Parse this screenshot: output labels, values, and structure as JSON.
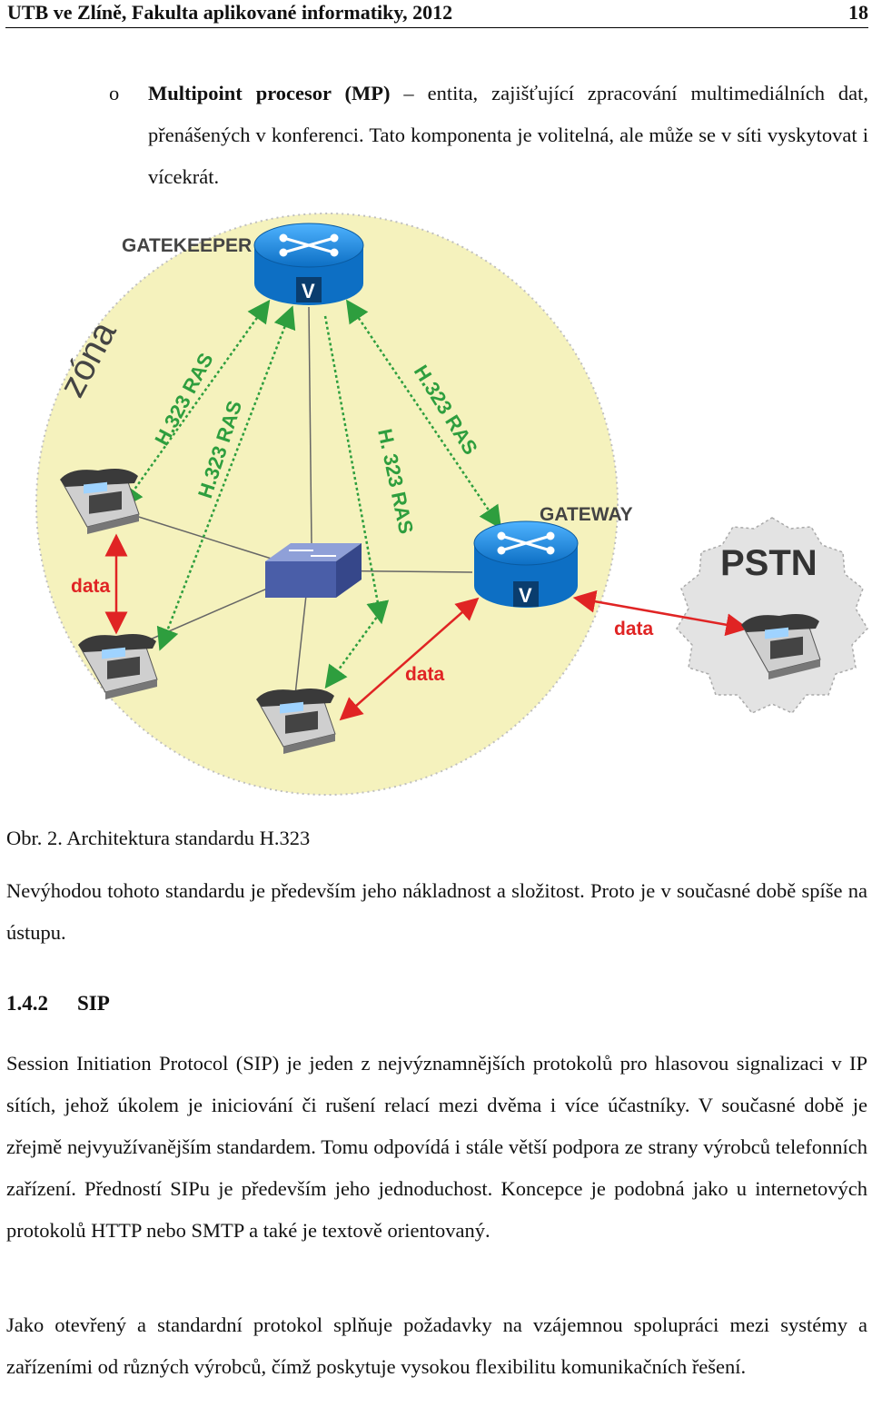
{
  "header": {
    "left": "UTB ve Zlíně, Fakulta aplikované informatiky, 2012",
    "page_number": "18"
  },
  "bullet": {
    "marker": "o",
    "term": "Multipoint procesor (MP)",
    "rest": " – entita, zajišťující zpracování multimediálních dat, přenášených v konferenci. Tato komponenta je volitelná, ale může se v síti vyskytovat i vícekrát."
  },
  "figure": {
    "zone_label": "zóna",
    "gatekeeper_label": "GATEKEEPER",
    "gateway_label": "GATEWAY",
    "pstn_label": "PSTN",
    "ras_labels": [
      "H.323 RAS",
      "H.323 RAS",
      "H. 323 RAS",
      "H.323 RAS"
    ],
    "data_labels": [
      "data",
      "data",
      "data"
    ],
    "router_mark": "V",
    "colors": {
      "zone": "#f5f2bd",
      "router": "#2196f3",
      "switch": "#5b6fb5",
      "ras_arrow": "#2e9e3e",
      "data_arrow": "#e02424",
      "pstn": "#e3e3e3"
    }
  },
  "caption": "Obr. 2. Architektura standardu H.323",
  "para1": "Nevýhodou tohoto standardu je především jeho nákladnost a složitost. Proto je v současné době spíše na ústupu.",
  "section": {
    "number": "1.4.2",
    "title": "SIP"
  },
  "para2": "Session Initiation Protocol (SIP) je jeden z nejvýznamnějších protokolů pro hlasovou signalizaci v IP sítích, jehož úkolem je iniciování či rušení relací mezi dvěma i více účastníky. V současné době je zřejmě nejvyužívanějším standardem. Tomu odpovídá i stále větší podpora ze strany výrobců telefonních zařízení. Předností SIPu je především jeho jednoduchost. Koncepce je podobná jako u internetových protokolů HTTP nebo SMTP a také je textově orientovaný.",
  "para3": "Jako otevřený a standardní protokol splňuje požadavky na vzájemnou spolupráci mezi systémy a zařízeními od různých výrobců, čímž poskytuje vysokou flexibilitu komunikačních řešení."
}
